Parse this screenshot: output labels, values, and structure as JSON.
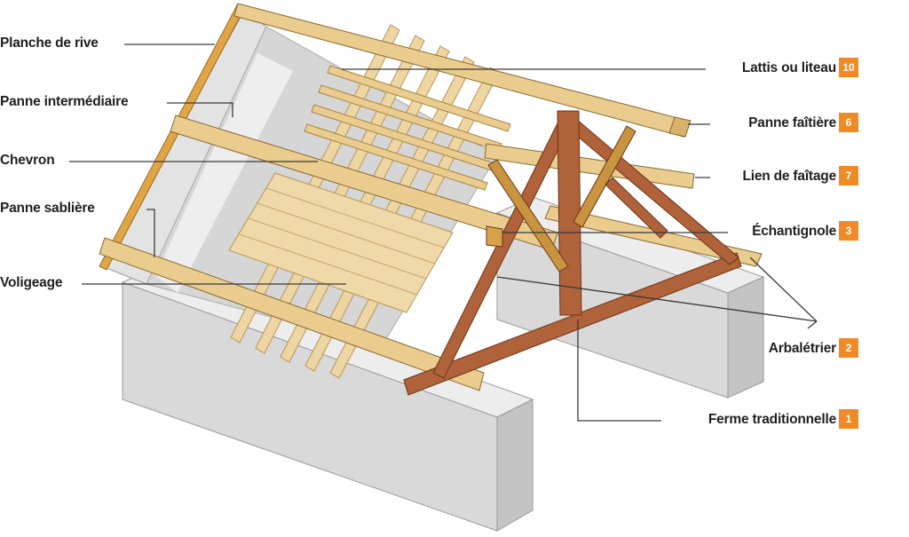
{
  "labels_left": [
    {
      "id": "planche",
      "text": "Planche de rive"
    },
    {
      "id": "panne-int",
      "text": "Panne intermédiaire"
    },
    {
      "id": "chevron",
      "text": "Chevron"
    },
    {
      "id": "sabliere",
      "text": "Panne sablière"
    },
    {
      "id": "voligeage",
      "text": "Voligeage"
    }
  ],
  "labels_right": [
    {
      "id": "lattis",
      "text": "Lattis ou liteau",
      "number": "10"
    },
    {
      "id": "faitiere",
      "text": "Panne faîtière",
      "number": "6"
    },
    {
      "id": "lien",
      "text": "Lien de faîtage",
      "number": "7"
    },
    {
      "id": "echantignole",
      "text": "Échantignole",
      "number": "3"
    },
    {
      "id": "arbaletrier",
      "text": "Arbalétrier",
      "number": "2"
    },
    {
      "id": "ferme",
      "text": "Ferme traditionnelle",
      "number": "1"
    }
  ],
  "colors": {
    "wall_front": "#dcdcdc",
    "wall_top": "#ececec",
    "wood_light": "#e8d09a",
    "wood_dark": "#a55a2e",
    "badge": "#f08a24",
    "leader": "#3a3a3a"
  }
}
